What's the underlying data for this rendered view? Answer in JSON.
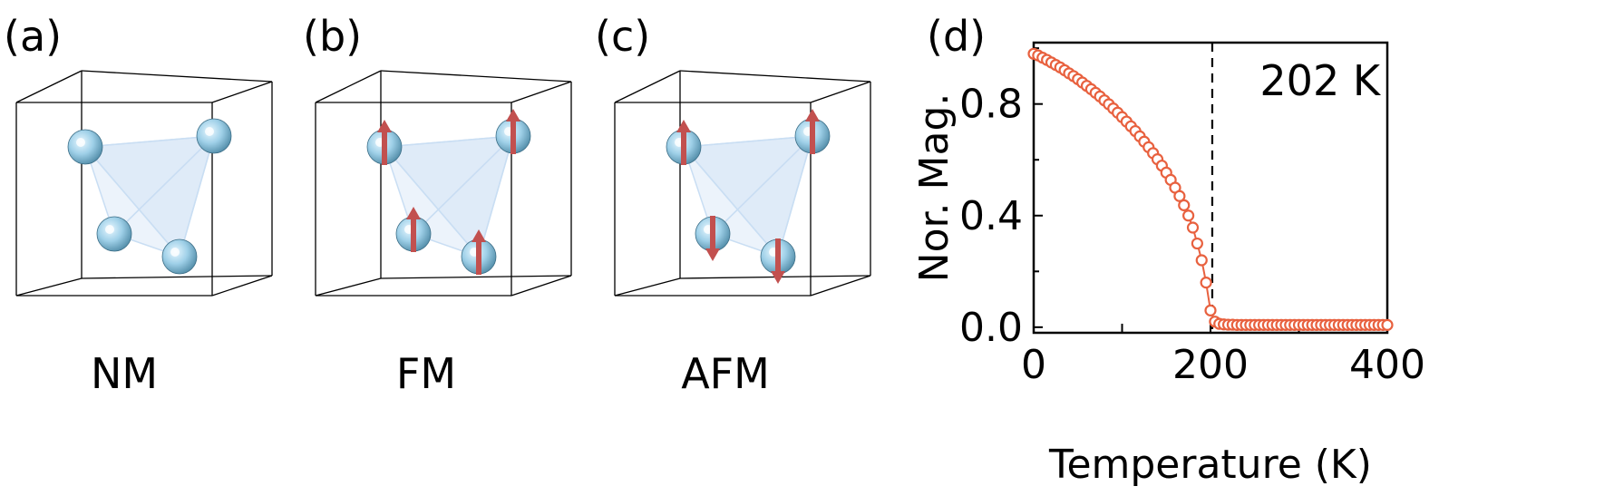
{
  "panels": [
    {
      "tag": "(a)",
      "caption": "NM",
      "spins": [
        "none",
        "none",
        "none",
        "none"
      ]
    },
    {
      "tag": "(b)",
      "caption": "FM",
      "spins": [
        "up",
        "up",
        "up",
        "up"
      ]
    },
    {
      "tag": "(c)",
      "caption": "AFM",
      "spins": [
        "up",
        "up",
        "down",
        "down"
      ]
    }
  ],
  "plot_tag": "(d)",
  "colors": {
    "atom_light": "#e8f7ff",
    "atom_mid": "#9fd0e8",
    "atom_dark": "#4f8aa6",
    "arrow": "#c2504f",
    "tetra": "#c9def3",
    "curve": "#e8613f",
    "box_line": "#000000"
  },
  "chart_data": {
    "type": "scatter",
    "title": "",
    "xlabel": "Temperature (K)",
    "ylabel": "Nor. Mag.",
    "xlim": [
      0,
      400
    ],
    "ylim": [
      -0.02,
      1.02
    ],
    "xticks": [
      0,
      200,
      400
    ],
    "yticks": [
      "0.0",
      "0.4",
      "0.8"
    ],
    "annotation": "202 K",
    "transition_temperature": 202,
    "series": [
      {
        "x": [
          0,
          5,
          10,
          15,
          20,
          25,
          30,
          35,
          40,
          45,
          50,
          55,
          60,
          65,
          70,
          75,
          80,
          85,
          90,
          95,
          100,
          105,
          110,
          115,
          120,
          125,
          130,
          135,
          140,
          145,
          150,
          155,
          160,
          165,
          170,
          175,
          180,
          185,
          190,
          195,
          200,
          205,
          210,
          215,
          220,
          225,
          230,
          235,
          240,
          245,
          250,
          255,
          260,
          265,
          270,
          275,
          280,
          285,
          290,
          295,
          300,
          305,
          310,
          315,
          320,
          325,
          330,
          335,
          340,
          345,
          350,
          355,
          360,
          365,
          370,
          375,
          380,
          385,
          390,
          395,
          400
        ],
        "y": [
          0.98,
          0.974,
          0.966,
          0.958,
          0.949,
          0.94,
          0.931,
          0.921,
          0.91,
          0.9,
          0.889,
          0.877,
          0.865,
          0.853,
          0.84,
          0.827,
          0.813,
          0.799,
          0.784,
          0.769,
          0.753,
          0.737,
          0.72,
          0.703,
          0.684,
          0.665,
          0.645,
          0.624,
          0.602,
          0.579,
          0.554,
          0.528,
          0.5,
          0.47,
          0.437,
          0.4,
          0.357,
          0.3,
          0.24,
          0.16,
          0.06,
          0.02,
          0.012,
          0.01,
          0.009,
          0.009,
          0.008,
          0.008,
          0.008,
          0.008,
          0.008,
          0.008,
          0.008,
          0.008,
          0.008,
          0.008,
          0.008,
          0.008,
          0.008,
          0.008,
          0.008,
          0.008,
          0.008,
          0.008,
          0.008,
          0.008,
          0.008,
          0.008,
          0.008,
          0.008,
          0.008,
          0.008,
          0.008,
          0.008,
          0.008,
          0.008,
          0.008,
          0.008,
          0.008,
          0.008,
          0.008
        ]
      }
    ]
  }
}
